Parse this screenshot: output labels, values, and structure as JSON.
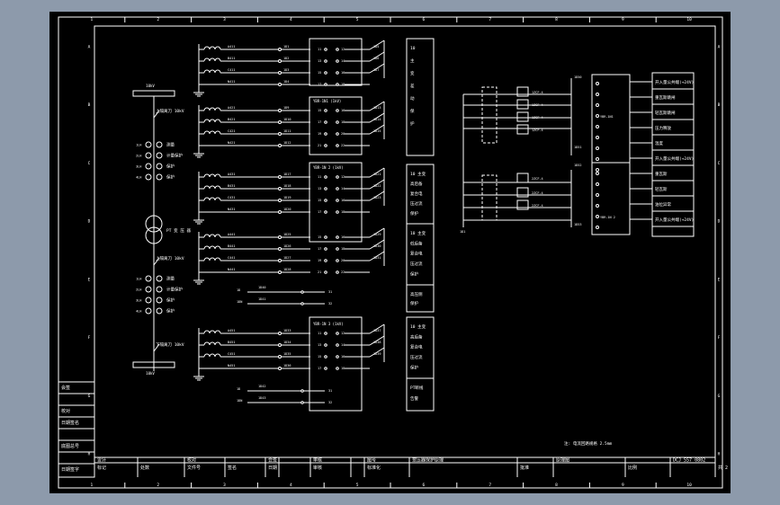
{
  "grid": {
    "cols": [
      "1",
      "2",
      "3",
      "4",
      "5",
      "6",
      "7",
      "8",
      "9",
      "10"
    ],
    "rows": [
      "A",
      "B",
      "C",
      "D",
      "E",
      "F",
      "G",
      "H"
    ]
  },
  "left_column": {
    "bus_top": "10kV",
    "isolator_top": "上隔离刀 10kV",
    "ct_upper": [
      "1LH",
      "2LH",
      "3LH",
      "4LH"
    ],
    "ct_upper_tags": [
      "测量",
      "计量保护",
      "保护",
      "保护"
    ],
    "pt": "PT 变 压 器",
    "isolator_mid": "上隔离刀 10kV",
    "ct_lower": [
      "1LH",
      "2LH",
      "3LH",
      "4LH"
    ],
    "ct_lower_tags": [
      "测量",
      "计量保护",
      "保护",
      "保护"
    ],
    "isolator_bot": "下隔离刀 10kV",
    "bus_bot": "10kV"
  },
  "circuits": [
    {
      "relay": "",
      "phases": [
        "A411",
        "B411",
        "C411",
        "N411"
      ],
      "nodes": [
        "1D1",
        "1D2",
        "1D3",
        "1D4"
      ],
      "pins_l": [
        "11",
        "13",
        "15",
        "17"
      ],
      "pins_r": [
        "12",
        "14",
        "16",
        "18"
      ],
      "outs": [
        "1D5",
        "1D6",
        "1D7"
      ]
    },
    {
      "relay": "YBR-1N1 (1kV)",
      "phases": [
        "A421",
        "B421",
        "C421",
        "N421"
      ],
      "nodes": [
        "1D9",
        "1D10",
        "1D11",
        "1D12"
      ],
      "pins_l": [
        "15",
        "17",
        "19",
        "21"
      ],
      "pins_r": [
        "16",
        "18",
        "20",
        "22"
      ],
      "outs": [
        "1D13",
        "1D14",
        "1D15"
      ]
    },
    {
      "relay": "YBR-1N 2 (1kV)",
      "phases": [
        "A431",
        "B431",
        "C431",
        "N431"
      ],
      "nodes": [
        "1D17",
        "1D18",
        "1D19",
        "1D20"
      ],
      "pins_l": [
        "11",
        "13",
        "15",
        "17"
      ],
      "pins_r": [
        "12",
        "14",
        "16",
        "18"
      ],
      "outs": [
        "1D21",
        "1D22",
        "1D23"
      ]
    },
    {
      "relay": "",
      "phases": [
        "A441",
        "B441",
        "C441",
        "N441"
      ],
      "nodes": [
        "1D25",
        "1D26",
        "1D27",
        "1D28"
      ],
      "pins_l": [
        "15",
        "17",
        "19",
        "21"
      ],
      "pins_r": [
        "16",
        "18",
        "20",
        "22"
      ],
      "outs": [
        "1D29",
        "1D30",
        "1D31"
      ]
    },
    {
      "relay": "YBR-1N 3 (1kV)",
      "phases": [
        "A451",
        "B451",
        "C451",
        "N451"
      ],
      "nodes": [
        "1D33",
        "1D34",
        "1D35",
        "1D36"
      ],
      "pins_l": [
        "11",
        "13",
        "15",
        "17"
      ],
      "pins_r": [
        "12",
        "14",
        "16",
        "18"
      ],
      "outs": [
        "1D37",
        "1D38",
        "1D39"
      ]
    }
  ],
  "aux_lines": [
    {
      "a": "1D",
      "b": "1D40",
      "pin": "31"
    },
    {
      "a": "1DN",
      "b": "1D41",
      "pin": "32"
    },
    {
      "a": "1D",
      "b": "1D42",
      "pin": "31"
    },
    {
      "a": "1DN",
      "b": "1D43",
      "pin": "32"
    }
  ],
  "func_blocks": [
    [
      "10",
      "主",
      "变",
      "差",
      "动",
      "保",
      "护"
    ],
    [
      "10 主变",
      "高后备",
      "复合电",
      "压过流",
      "保护"
    ],
    [
      "10 主变",
      "低后备",
      "复合电",
      "压过流",
      "保护"
    ],
    [
      "高压侧",
      "保护"
    ],
    [
      "10 主变",
      "高后备",
      "复合电",
      "压过流",
      "保护"
    ],
    [
      "PT断线",
      "告警"
    ]
  ],
  "right_panel": {
    "relays": [
      "1ZCF-4",
      "1ZCF-4",
      "1ZCF-4",
      "1ZCF-4",
      "2ZCF-4",
      "2ZCF-4",
      "2ZCF-4"
    ],
    "box1": "YBR-1N1",
    "box2": "YBR-1N 2",
    "nodes": [
      "1D50",
      "1D51",
      "1D52",
      "1D53"
    ],
    "outputs": [
      "开入量公共端(+24V)",
      "重瓦斯跳闸",
      "轻瓦斯跳闸",
      "压力释放",
      "温度",
      "开入量公共端(+24V)",
      "重瓦斯",
      "轻瓦斯",
      "油位异常",
      "开入量公共端(+24V)"
    ]
  },
  "note": "注: 电流回路规格 2.5mm",
  "title_block": {
    "row1": [
      "设计",
      "",
      "校对",
      "",
      "会签",
      "",
      "审核",
      "",
      "图号",
      "变压器保护原理",
      "",
      "原理图",
      "",
      "DCJ 557 0802"
    ],
    "row2": [
      "标记",
      "处数",
      "文件号",
      "签名",
      "日期",
      "",
      "审核",
      "",
      "标准化",
      "",
      "批准",
      "",
      "比例",
      "",
      "共 2 页 第 1 页"
    ]
  },
  "side_stamp": [
    "会签",
    "",
    "校对",
    "日期签名",
    "",
    "底图总号",
    "",
    "日期签字"
  ]
}
